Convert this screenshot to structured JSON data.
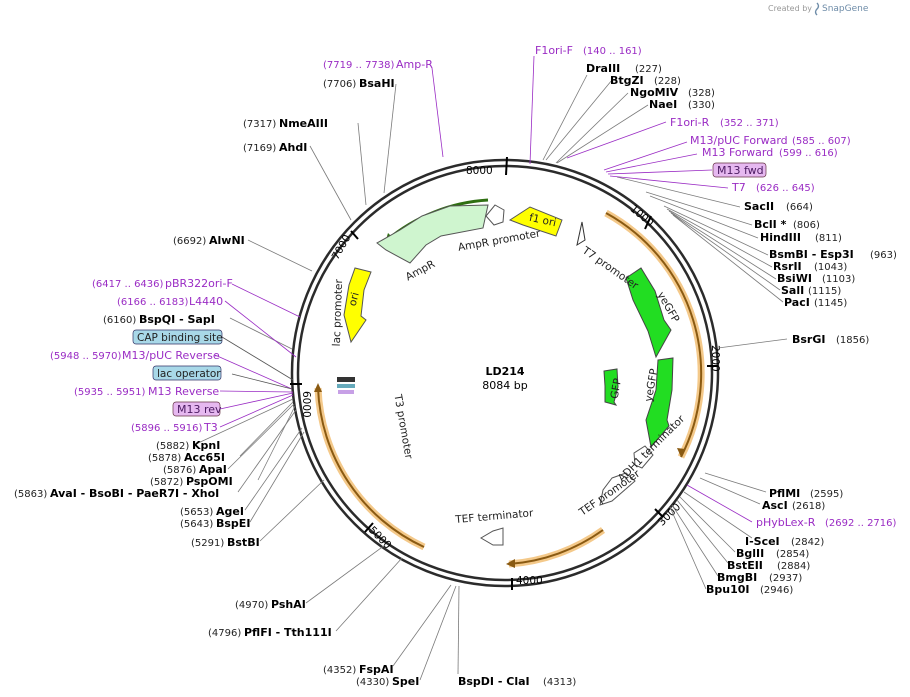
{
  "credit": {
    "prefix": "Created by",
    "brand": "SnapGene"
  },
  "plasmid": {
    "name": "LD214",
    "length_label": "8084 bp"
  },
  "ticks": {
    "t8000": "8000",
    "t1000": "1000",
    "t2000": "2000",
    "t3000": "3000",
    "t4000": "4000",
    "t5000": "5000",
    "t6000": "6000",
    "t7000": "7000"
  },
  "features": {
    "ampr_promoter": "AmpR promoter",
    "ampr": "AmpR",
    "f1_ori": "f1 ori",
    "t7_promoter": "T7 promoter",
    "ori": "ori",
    "lac_promoter": "lac promoter",
    "t3_promoter": "T3 promoter",
    "yegfp": "yeGFP",
    "gfp": "GFP",
    "adh1_terminator": "ADH1 terminator",
    "tef_promoter": "TEF promoter",
    "tef_terminator": "TEF terminator",
    "cap_binding_site": "CAP binding site",
    "lac_operator": "lac operator"
  },
  "primers": {
    "amp_r": {
      "name": "Amp-R",
      "range": "(7719 .. 7738)"
    },
    "f1ori_f": {
      "name": "F1ori-F",
      "range": "(140 .. 161)"
    },
    "f1ori_r": {
      "name": "F1ori-R",
      "range": "(352 .. 371)"
    },
    "m13_puc_forward": {
      "name": "M13/pUC Forward",
      "range": "(585 .. 607)"
    },
    "m13_forward": {
      "name": "M13 Forward",
      "range": "(599 .. 616)"
    },
    "m13_fwd": {
      "name": "M13 fwd"
    },
    "t7": {
      "name": "T7",
      "range": "(626 .. 645)"
    },
    "pbr322ori_f": {
      "name": "pBR322ori-F",
      "range": "(6417 .. 6436)"
    },
    "l4440": {
      "name": "L4440",
      "range": "(6166 .. 6183)"
    },
    "m13_puc_reverse": {
      "name": "M13/pUC Reverse",
      "range": "(5948 .. 5970)"
    },
    "m13_reverse": {
      "name": "M13 Reverse",
      "range": "(5935 .. 5951)"
    },
    "m13_rev": {
      "name": "M13 rev"
    },
    "t3": {
      "name": "T3",
      "range": "(5896 .. 5916)"
    },
    "phyblex_r": {
      "name": "pHybLex-R",
      "range": "(2692 .. 2716)"
    }
  },
  "sites": {
    "bsahi": {
      "name": "BsaHI",
      "pos": "(7706)"
    },
    "nmeaiii": {
      "name": "NmeAIII",
      "pos": "(7317)"
    },
    "ahdi": {
      "name": "AhdI",
      "pos": "(7169)"
    },
    "alwni": {
      "name": "AlwNI",
      "pos": "(6692)"
    },
    "bspqi_sapi": {
      "name": "BspQI   - SapI",
      "pos": "(6160)"
    },
    "kpni": {
      "name": "KpnI",
      "pos": "(5882)"
    },
    "acc65i": {
      "name": "Acc65I",
      "pos": "(5878)"
    },
    "apai": {
      "name": "ApaI",
      "pos": "(5876)"
    },
    "pspomi": {
      "name": "PspOMI",
      "pos": "(5872)"
    },
    "avai_group": {
      "name": "AvaI   - BsoBI   - PaeR7I   - XhoI",
      "pos": "(5863)"
    },
    "agei": {
      "name": "AgeI",
      "pos": "(5653)"
    },
    "bspei": {
      "name": "BspEI",
      "pos": "(5643)"
    },
    "bstbi": {
      "name": "BstBI",
      "pos": "(5291)"
    },
    "pshai": {
      "name": "PshAI",
      "pos": "(4970)"
    },
    "pflfi": {
      "name": "PflFI   - Tth111I",
      "pos": "(4796)"
    },
    "fspai": {
      "name": "FspAI",
      "pos": "(4352)"
    },
    "spei": {
      "name": "SpeI",
      "pos": "(4330)"
    },
    "bspdi": {
      "name": "BspDI   - ClaI",
      "pos": "(4313)"
    },
    "draiii": {
      "name": "DraIII",
      "pos": "(227)"
    },
    "btgzi": {
      "name": "BtgZI",
      "pos": "(228)"
    },
    "ngomiv": {
      "name": "NgoMIV",
      "pos": "(328)"
    },
    "naei": {
      "name": "NaeI",
      "pos": "(330)"
    },
    "sacii": {
      "name": "SacII",
      "pos": "(664)"
    },
    "bcli": {
      "name": "BclI *",
      "pos": "(806)"
    },
    "hindiii": {
      "name": "HindIII",
      "pos": "(811)"
    },
    "bsmbi": {
      "name": "BsmBI   - Esp3I",
      "pos": "(963)"
    },
    "rsrii": {
      "name": "RsrII",
      "pos": "(1043)"
    },
    "bsiwi": {
      "name": "BsiWI",
      "pos": "(1103)"
    },
    "sali": {
      "name": "SalI",
      "pos": "(1115)"
    },
    "paci": {
      "name": "PacI",
      "pos": "(1145)"
    },
    "bsrgi": {
      "name": "BsrGI",
      "pos": "(1856)"
    },
    "pflmi": {
      "name": "PflMI",
      "pos": "(2595)"
    },
    "asci": {
      "name": "AscI",
      "pos": "(2618)"
    },
    "i_scei": {
      "name": "I-SceI",
      "pos": "(2842)"
    },
    "bglii": {
      "name": "BglII",
      "pos": "(2854)"
    },
    "bsteii": {
      "name": "BstEII",
      "pos": "(2884)"
    },
    "bmgbi": {
      "name": "BmgBI",
      "pos": "(2937)"
    },
    "bpu10i": {
      "name": "Bpu10I",
      "pos": "(2946)"
    }
  }
}
